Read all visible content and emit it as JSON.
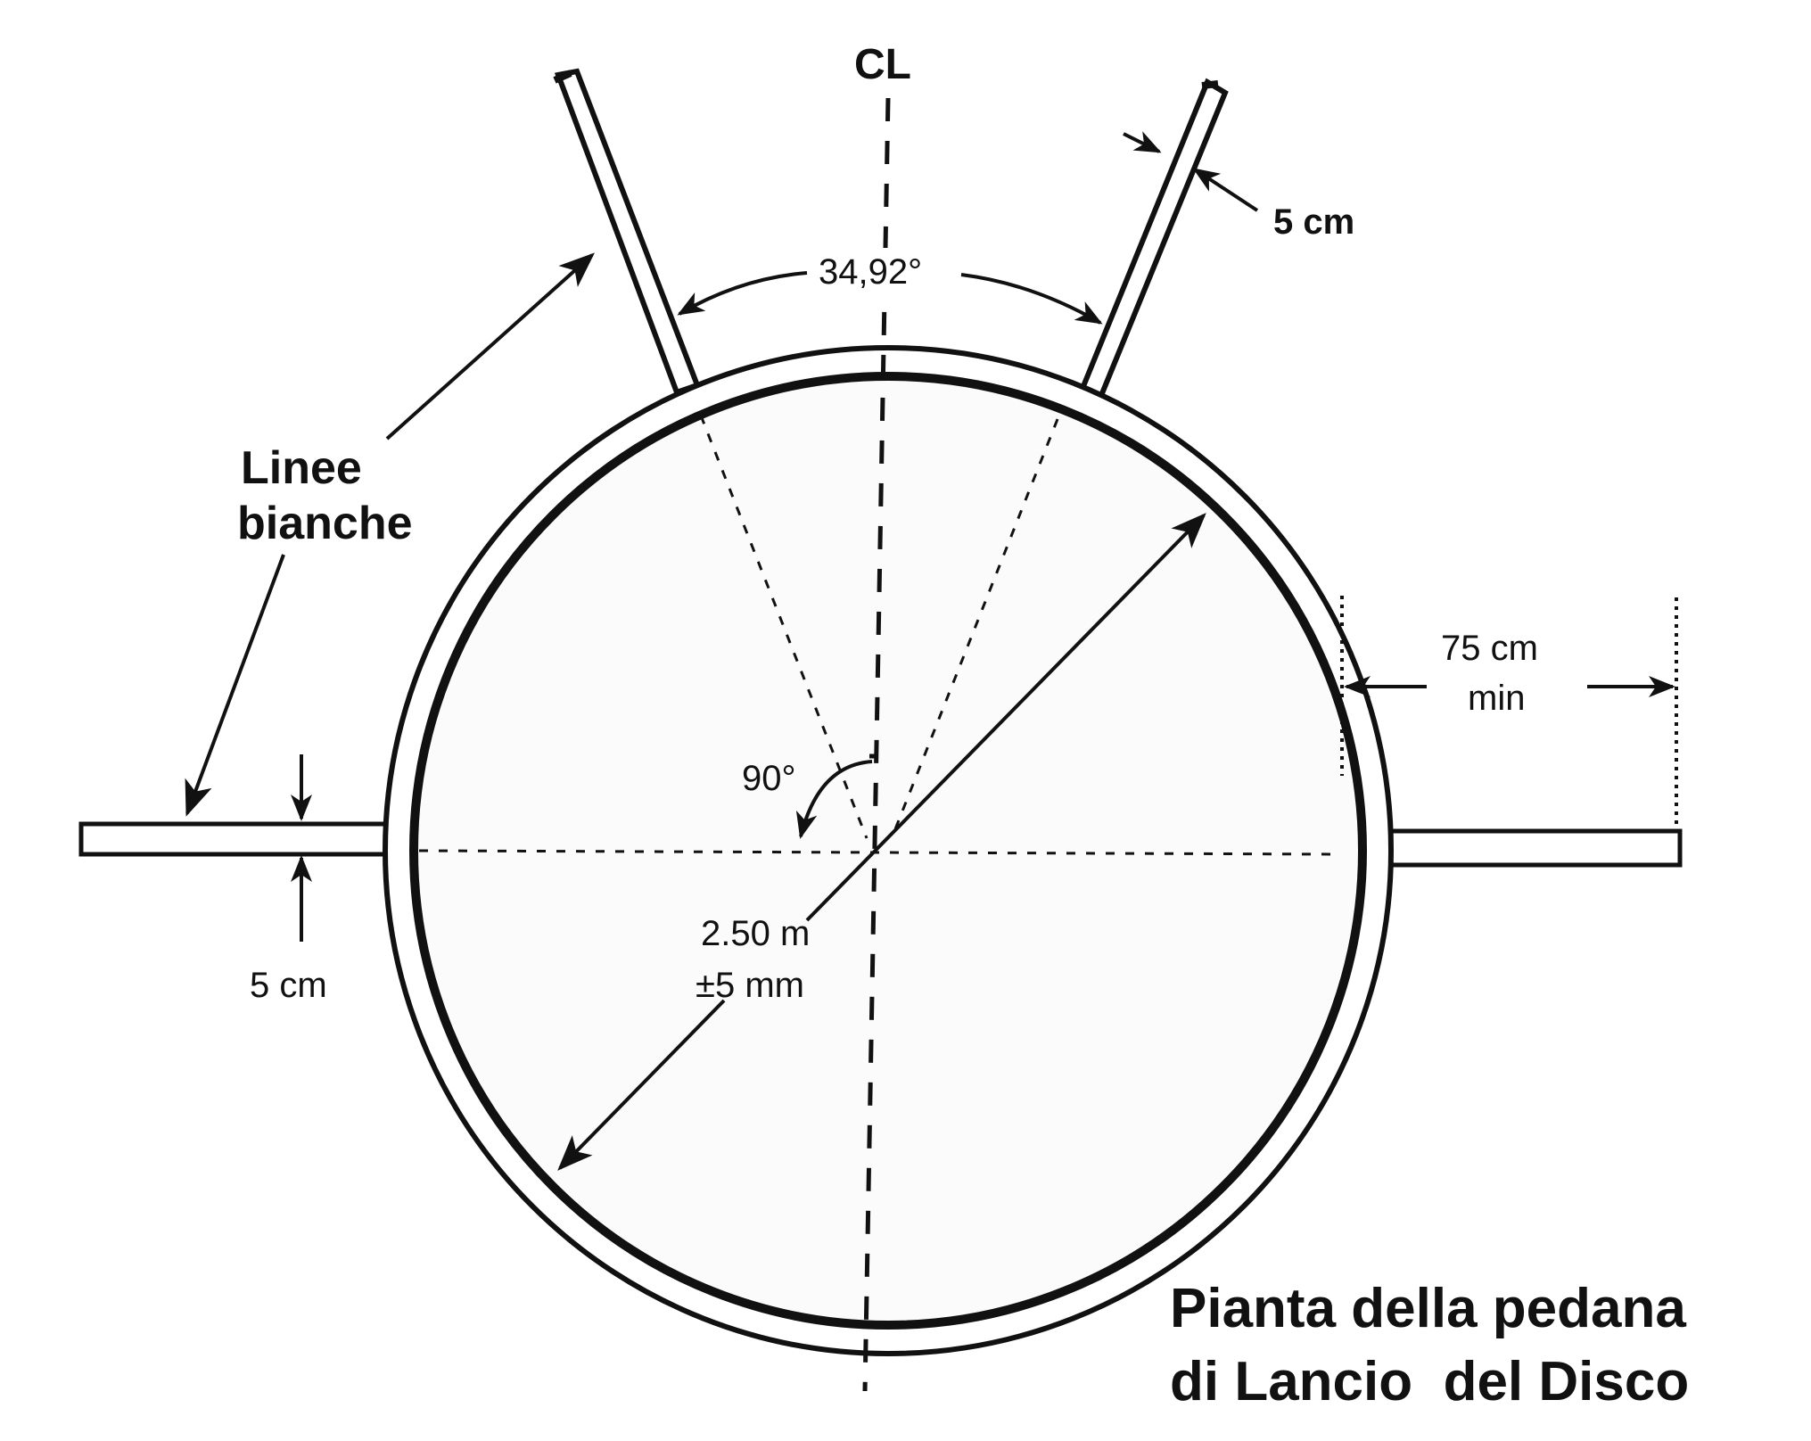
{
  "labels": {
    "centerline": "CL",
    "sector_angle": "34,92°",
    "line_width_top": "5 cm",
    "white_lines_1": "Linee",
    "white_lines_2": "bianche",
    "min_extension_1": "75 cm",
    "min_extension_2": "min",
    "right_angle": "90°",
    "diameter_1": "2.50 m",
    "diameter_2": "±5 mm",
    "line_width_left": "5 cm",
    "caption_1": "Pianta della pedana",
    "caption_2": "di Lancio  del Disco"
  },
  "colors": {
    "ink": "#111111",
    "ring_fill": "#ffffff",
    "circle_fill": "#fbfbfb"
  }
}
